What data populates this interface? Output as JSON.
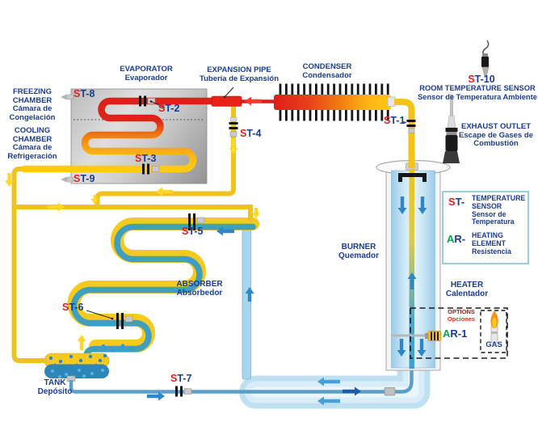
{
  "colors": {
    "label_blue": "#1B3C94",
    "sensor_red": "#E02020",
    "ar_green": "#00A651",
    "options_dark_red": "#8B2520",
    "options_red": "#E03028",
    "pipe_red": "#DC1F1A",
    "pipe_yellow": "#F2C81D",
    "pipe_teal": "#3E9FBF",
    "pipe_light_blue": "#BFE0F1"
  },
  "labels": {
    "evaporator": {
      "en": "EVAPORATOR",
      "es": "Evaporador"
    },
    "expansion_pipe": {
      "en": "EXPANSION PIPE",
      "es": "Tubería de Expansión"
    },
    "condenser": {
      "en": "CONDENSER",
      "es": "Condensador"
    },
    "freezing_chamber": {
      "en": "FREEZING CHAMBER",
      "es": "Cámara de Congelación"
    },
    "cooling_chamber": {
      "en": "COOLING CHAMBER",
      "es": "Cámara de Refrigeración"
    },
    "room_temperature_sensor": {
      "en": "ROOM TEMPERATURE SENSOR",
      "es": "Sensor de Temperatura Ambiente"
    },
    "exhaust_outlet": {
      "en": "EXHAUST OUTLET",
      "es": "Escape de Gases de Combustión"
    },
    "burner": {
      "en": "BURNER",
      "es": "Quemador"
    },
    "absorber": {
      "en": "ABSORBER",
      "es": "Absorbedor"
    },
    "heater": {
      "en": "HEATER",
      "es": "Calentador"
    },
    "tank": {
      "en": "TANK",
      "es": "Depósito"
    },
    "options": {
      "en": "OPTIONS",
      "es": "Opciones"
    },
    "gas": "GAS"
  },
  "sensors": {
    "st1": "ST-1",
    "st2": "ST-2",
    "st3": "ST-3",
    "st4": "ST-4",
    "st5": "ST-5",
    "st6": "ST-6",
    "st7": "ST-7",
    "st8": "ST-8",
    "st9": "ST-9",
    "st10": "ST-10"
  },
  "heating_elements": {
    "ar1": "AR-1"
  },
  "legend": {
    "temperature_sensor": {
      "prefix": "ST-",
      "en": "TEMPERATURE SENSOR",
      "es": "Sensor de Temperatura"
    },
    "heating_element": {
      "prefix": "AR-",
      "en": "HEATING ELEMENT",
      "es": "Resistencia"
    }
  }
}
